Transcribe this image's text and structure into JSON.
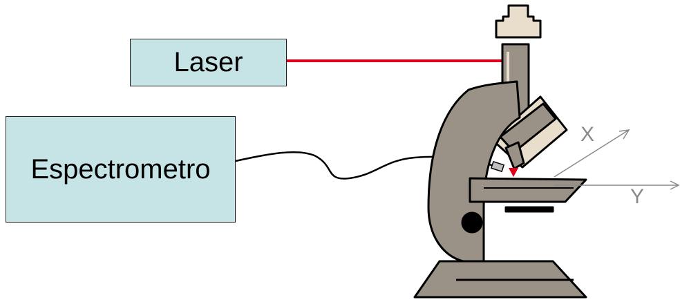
{
  "laser": {
    "label": "Laser"
  },
  "spectrometer": {
    "label": "Espectrometro"
  },
  "axes": {
    "x_label": "X",
    "y_label": "Y"
  },
  "colors": {
    "box_fill": "#c6e3e6",
    "beam": "#e0001b",
    "microscope_body": "#9b9287",
    "microscope_light": "#e9ddcc",
    "outline": "#000000",
    "axis": "#8a8a8a"
  },
  "icons": {
    "microscope": "microscope-icon",
    "fiber_probe": "fiber-probe-icon",
    "laser_spot": "laser-spot-icon"
  }
}
